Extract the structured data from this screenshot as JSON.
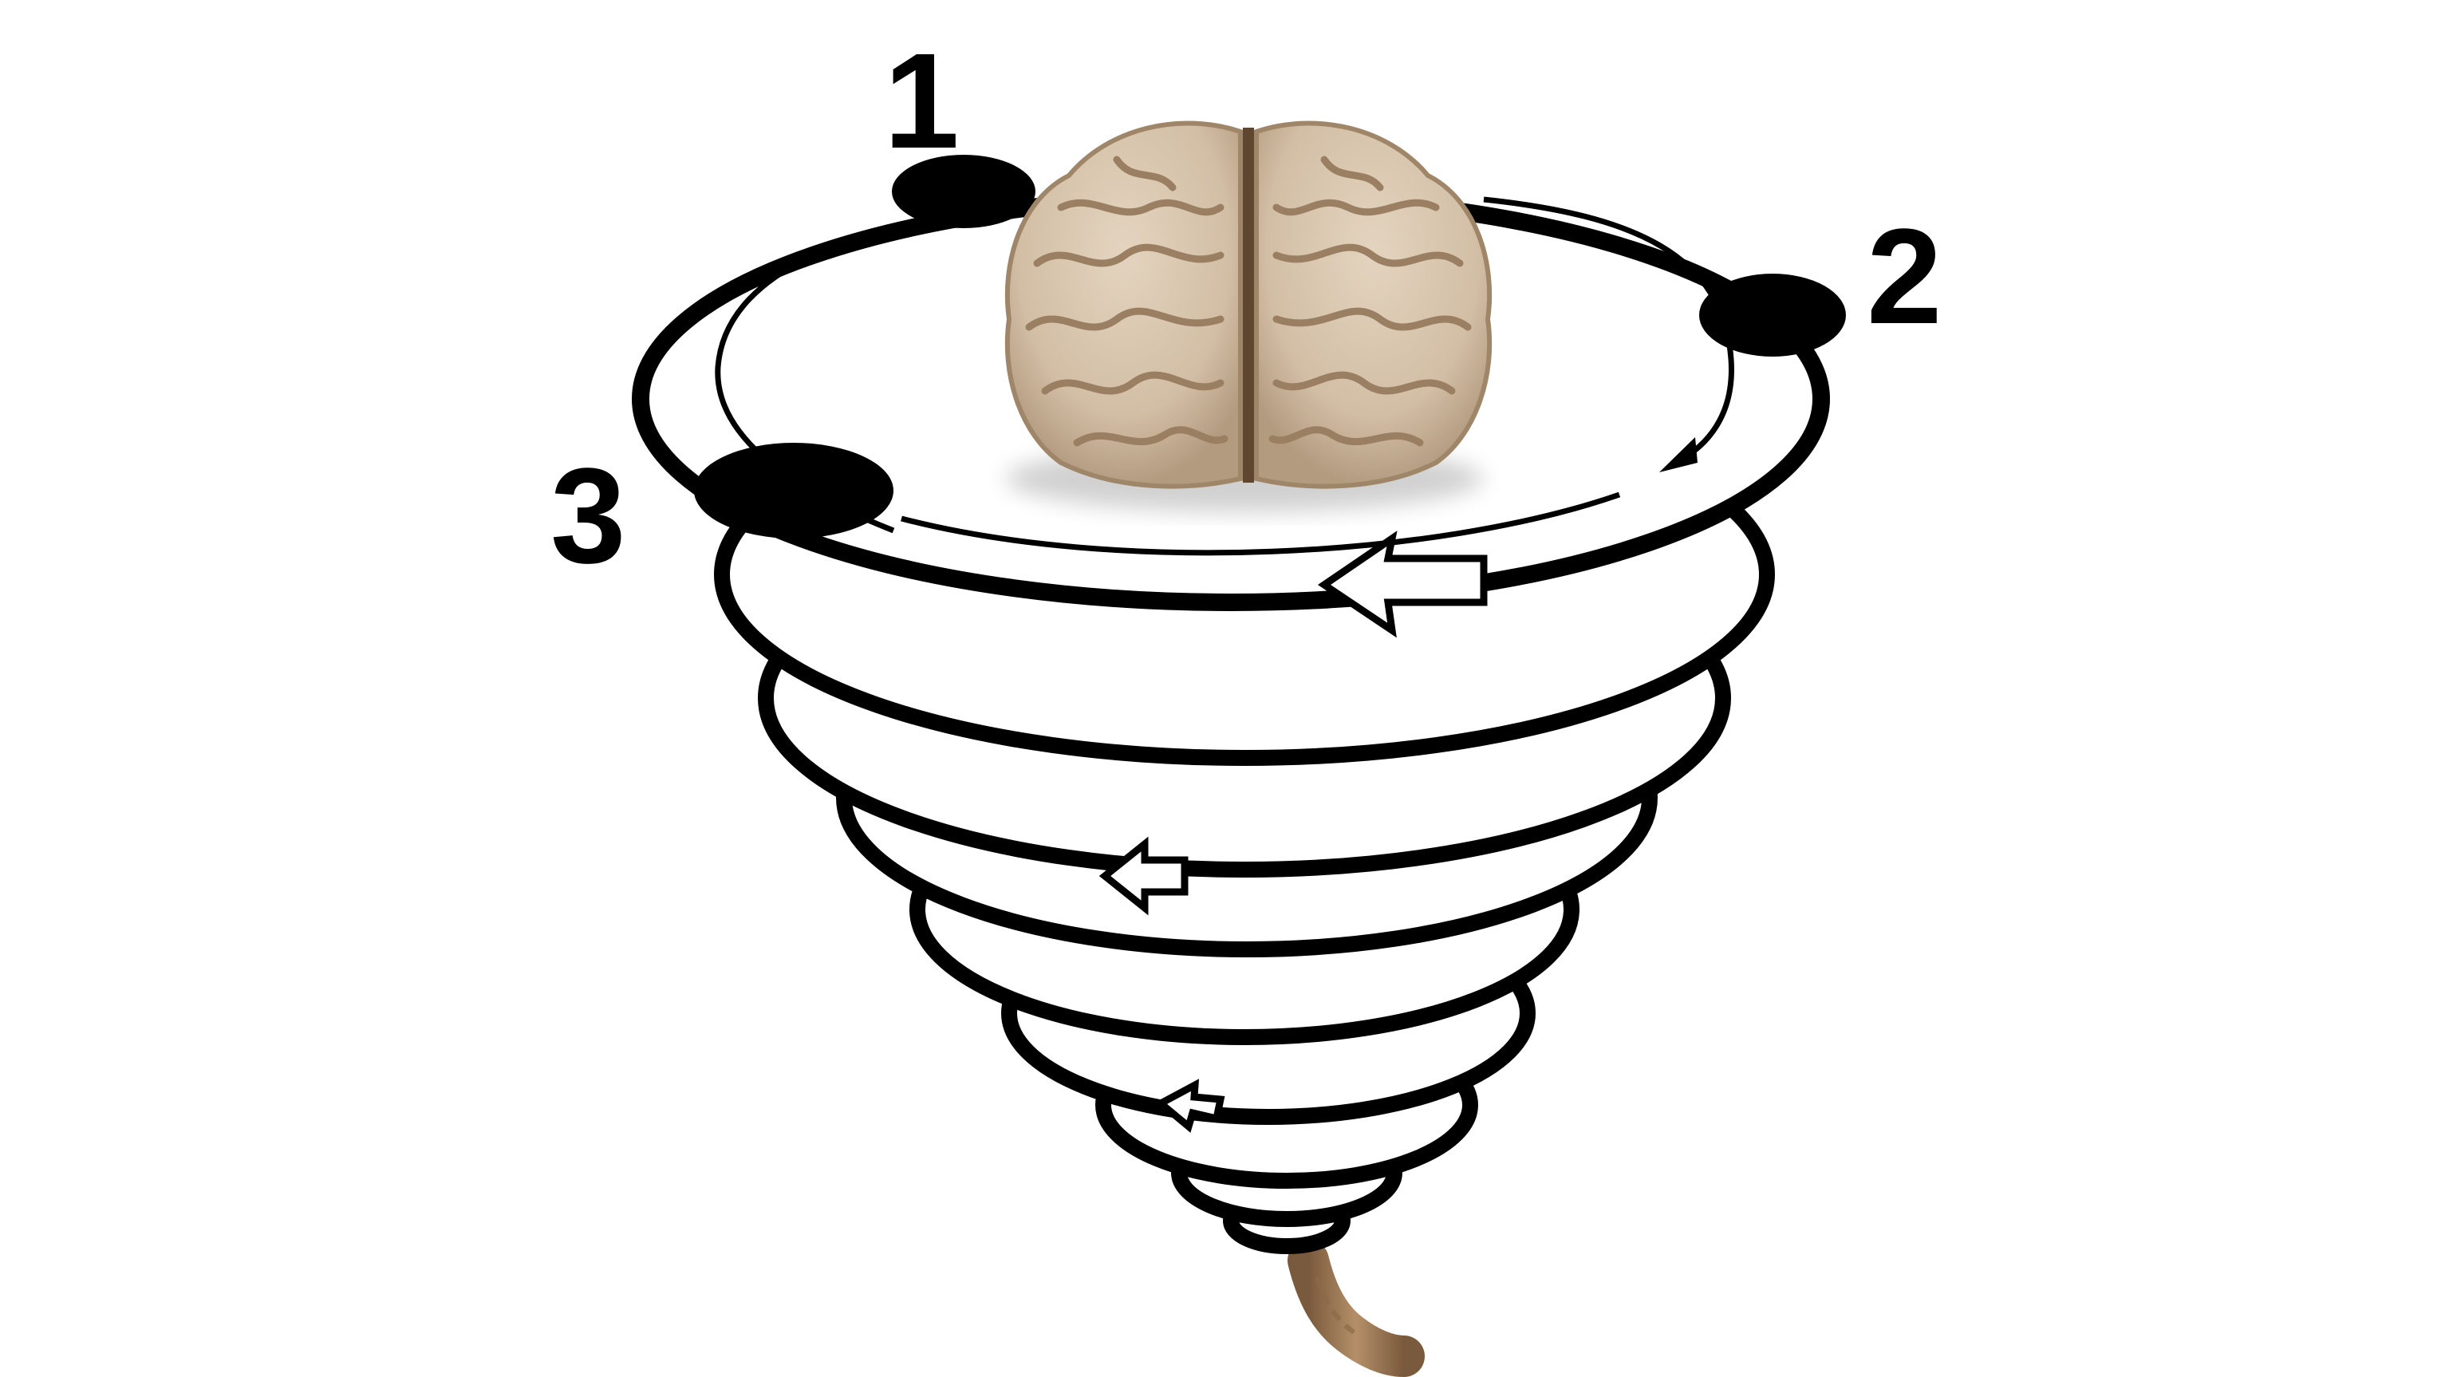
{
  "diagram": {
    "markers": [
      {
        "label": "1"
      },
      {
        "label": "2"
      },
      {
        "label": "3"
      }
    ],
    "colors": {
      "line": "#000000",
      "background": "#ffffff",
      "brain_base": "#d6c3ab",
      "brain_shadow": "#a88f73",
      "brain_fold": "#9a7f62",
      "spinal_cord": "#a7835e"
    },
    "icons": {
      "brain": "brain-illustration",
      "spinal_cord": "spinal-cord-illustration",
      "direction_arrows": "hollow-left-arrow"
    }
  }
}
